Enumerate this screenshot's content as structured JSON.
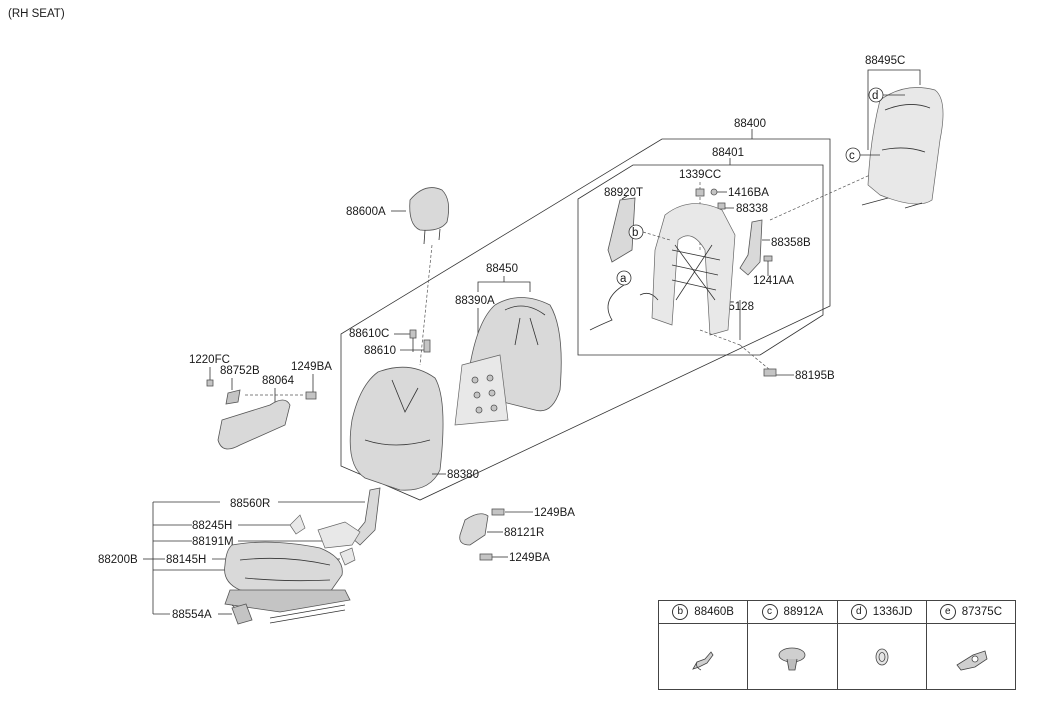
{
  "title": "(RH SEAT)",
  "labels": {
    "p88495C": "88495C",
    "p88400": "88400",
    "p88401": "88401",
    "p1339CC": "1339CC",
    "p1416BA": "1416BA",
    "p88920T": "88920T",
    "p88338": "88338",
    "p88358B": "88358B",
    "p1241AA": "1241AA",
    "p35128": "35128",
    "p88600A": "88600A",
    "p88450": "88450",
    "p88390A": "88390A",
    "p88610C": "88610C",
    "p88610": "88610",
    "p1220FC": "1220FC",
    "p88752B": "88752B",
    "p88064": "88064",
    "p1249BA_a": "1249BA",
    "p88195B": "88195B",
    "p88380": "88380",
    "p88560R": "88560R",
    "p1249BA_b": "1249BA",
    "p88245H": "88245H",
    "p88121R": "88121R",
    "p88191M": "88191M",
    "p88200B": "88200B",
    "p88145H": "88145H",
    "p1249BA_c": "1249BA",
    "p88554A": "88554A"
  },
  "callouts": {
    "a": "a",
    "b": "b",
    "c": "c",
    "d": "d"
  },
  "legend": [
    {
      "letter": "b",
      "part": "88460B",
      "icon": "clip-wire-icon"
    },
    {
      "letter": "c",
      "part": "88912A",
      "icon": "push-clip-icon"
    },
    {
      "letter": "d",
      "part": "1336JD",
      "icon": "grommet-icon"
    },
    {
      "letter": "e",
      "part": "87375C",
      "icon": "bracket-clip-icon"
    }
  ]
}
